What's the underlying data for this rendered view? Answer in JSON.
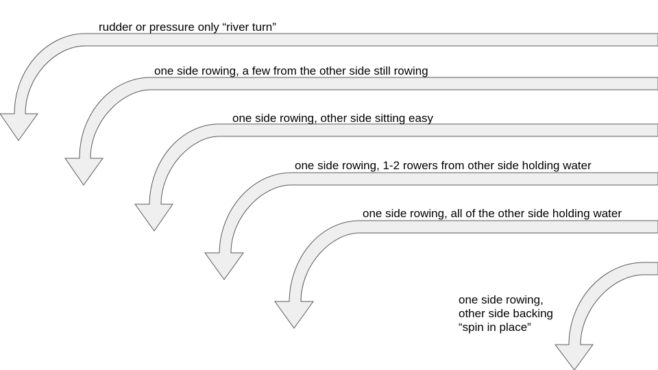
{
  "colors": {
    "arrow_fill": "#efefef",
    "arrow_stroke": "#595959",
    "text": "#000000",
    "background": "#ffffff"
  },
  "arrows": [
    {
      "label": "rudder or pressure only “river turn”"
    },
    {
      "label": "one side rowing, a few from the other side still rowing"
    },
    {
      "label": "one side rowing, other side sitting easy"
    },
    {
      "label": "one side rowing, 1-2 rowers from other side holding water"
    },
    {
      "label": "one side rowing, all of the other side holding water"
    },
    {
      "label_lines": [
        "one side rowing,",
        "other side backing",
        "“spin in place”"
      ]
    }
  ]
}
